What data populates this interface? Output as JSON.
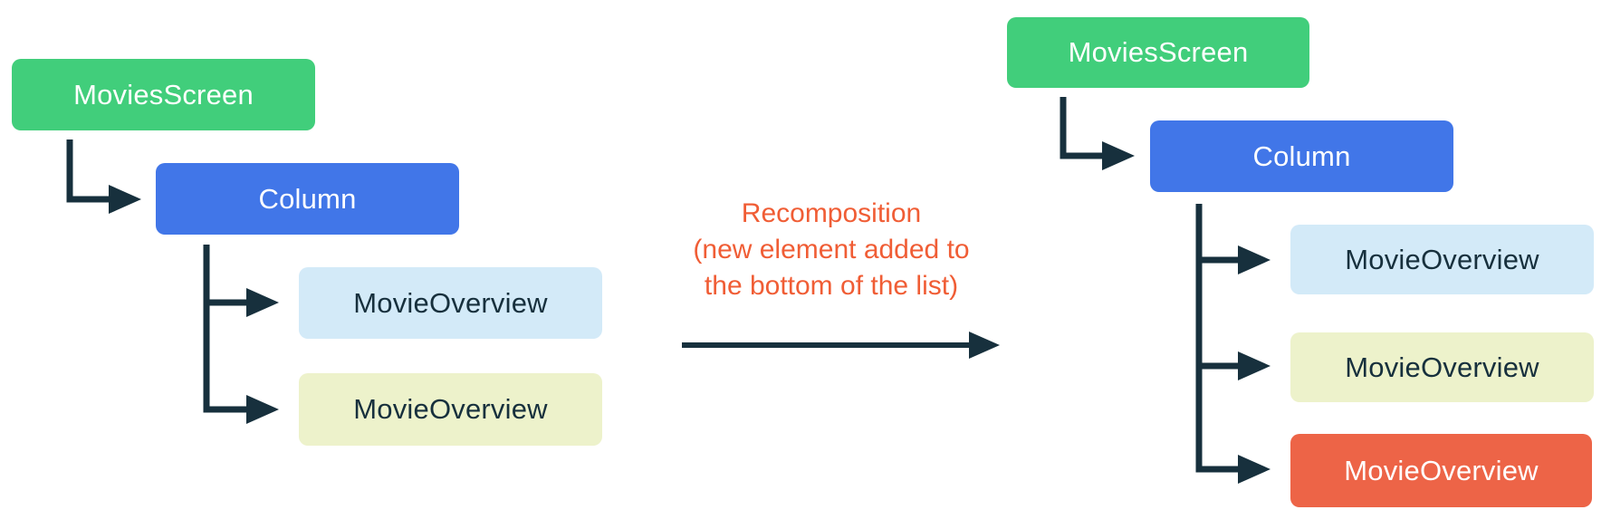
{
  "colors": {
    "background": "#ffffff",
    "green": "#41CE7B",
    "blue": "#4176E8",
    "light_blue": "#D3EAF8",
    "light_yellow": "#EDF2CB",
    "orange": "#ED6447",
    "connector": "#17303D",
    "text_light": "#FFFFFF",
    "text_dark": "#17303D",
    "annotation": "#F05D35"
  },
  "left_tree": {
    "nodes": {
      "movies_screen": "MoviesScreen",
      "column": "Column",
      "movie_overview_1": "MovieOverview",
      "movie_overview_2": "MovieOverview"
    }
  },
  "right_tree": {
    "nodes": {
      "movies_screen": "MoviesScreen",
      "column": "Column",
      "movie_overview_1": "MovieOverview",
      "movie_overview_2": "MovieOverview",
      "movie_overview_3": "MovieOverview"
    }
  },
  "annotation": {
    "line1": "Recomposition",
    "line2": "(new element added to",
    "line3": "the bottom of the list)"
  }
}
